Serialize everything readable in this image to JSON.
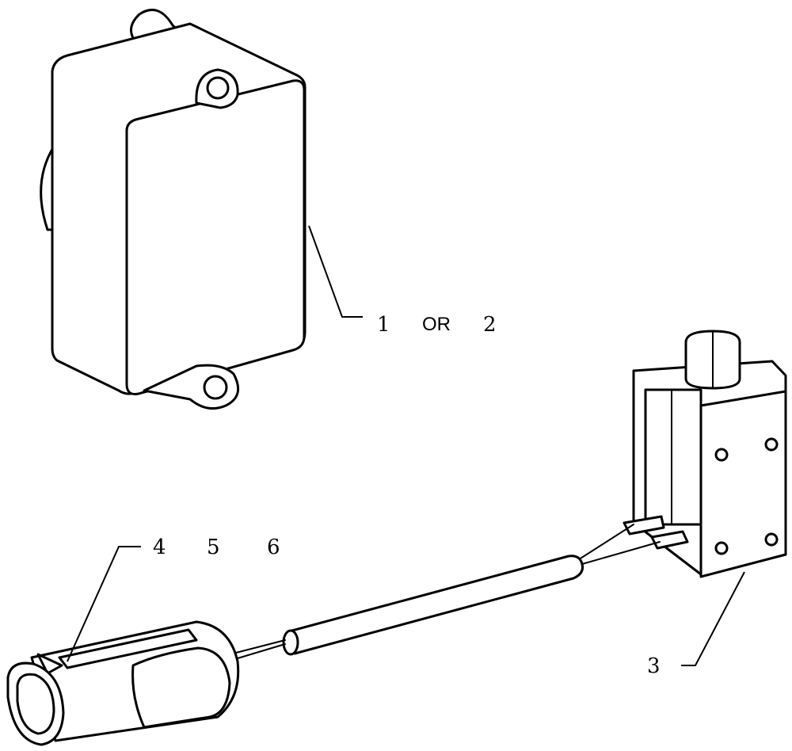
{
  "callouts": {
    "top": {
      "first": "1",
      "connector": "OR",
      "second": "2"
    },
    "connector_group": [
      "4",
      "5",
      "6"
    ],
    "solenoid": "3"
  }
}
